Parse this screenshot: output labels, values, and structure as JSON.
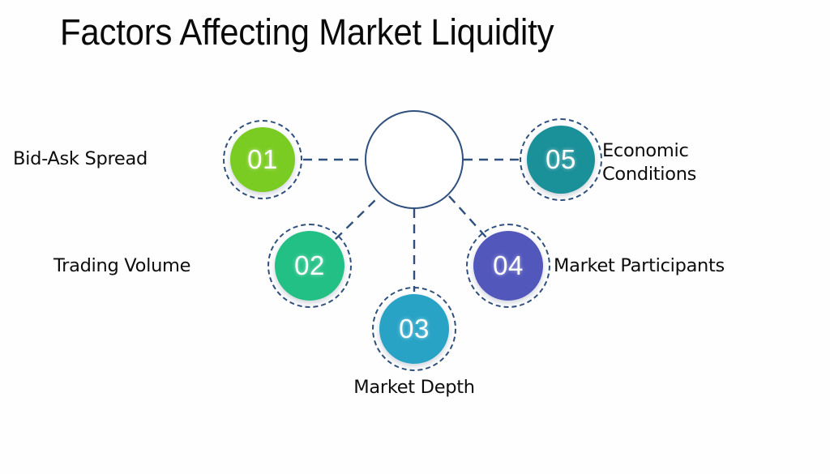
{
  "slide": {
    "title": "Factors Affecting Market Liquidity",
    "background_color": "#fefeff",
    "accent_color": "#2f4f7c"
  },
  "hub": {
    "name": "center-hub",
    "label": "",
    "fill": "#ffffff",
    "stroke": "#2f4f7c"
  },
  "nodes": [
    {
      "number": "01",
      "label": "Bid-Ask Spread",
      "color": "#7ACC22",
      "position": "left-upper"
    },
    {
      "number": "02",
      "label": "Trading Volume",
      "color": "#22C085",
      "position": "left-lower"
    },
    {
      "number": "03",
      "label": "Market Depth",
      "color": "#28A3C6",
      "position": "bottom"
    },
    {
      "number": "04",
      "label": "Market Participants",
      "color": "#5257BC",
      "position": "right-lower"
    },
    {
      "number": "05",
      "label": "Economic\nConditions",
      "color": "#1A9099",
      "position": "right-upper"
    }
  ]
}
